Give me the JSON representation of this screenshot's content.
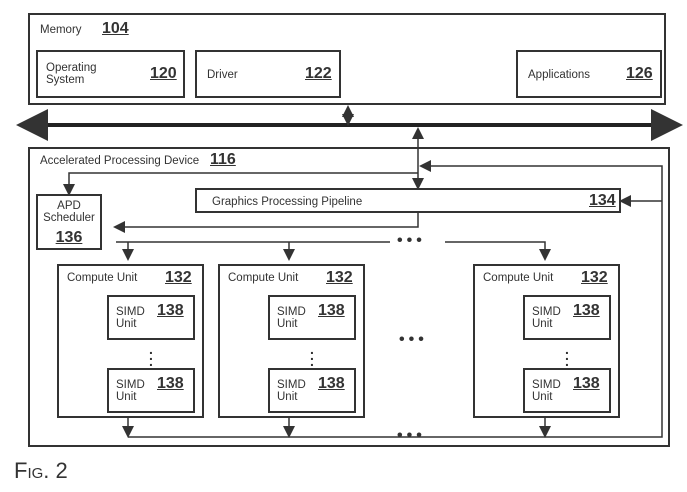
{
  "memory": {
    "label": "Memory",
    "ref": "104",
    "blocks": [
      {
        "label_line1": "Operating",
        "label_line2": "System",
        "ref": "120"
      },
      {
        "label_line1": "Driver",
        "label_line2": "",
        "ref": "122"
      },
      {
        "label_line1": "Applications",
        "label_line2": "",
        "ref": "126"
      }
    ]
  },
  "apd": {
    "label": "Accelerated Processing Device",
    "ref": "116",
    "scheduler": {
      "label_line1": "APD",
      "label_line2": "Scheduler",
      "ref": "136"
    },
    "pipeline": {
      "label": "Graphics Processing Pipeline",
      "ref": "134"
    },
    "compute_units": [
      {
        "label": "Compute Unit",
        "ref": "132",
        "simd": [
          {
            "l1": "SIMD",
            "l2": "Unit",
            "ref": "138"
          },
          {
            "l1": "SIMD",
            "l2": "Unit",
            "ref": "138"
          }
        ]
      },
      {
        "label": "Compute Unit",
        "ref": "132",
        "simd": [
          {
            "l1": "SIMD",
            "l2": "Unit",
            "ref": "138"
          },
          {
            "l1": "SIMD",
            "l2": "Unit",
            "ref": "138"
          }
        ]
      },
      {
        "label": "Compute Unit",
        "ref": "132",
        "simd": [
          {
            "l1": "SIMD",
            "l2": "Unit",
            "ref": "138"
          },
          {
            "l1": "SIMD",
            "l2": "Unit",
            "ref": "138"
          }
        ]
      }
    ],
    "ellipsis": "•••"
  },
  "figure_label": "Fig. 2"
}
